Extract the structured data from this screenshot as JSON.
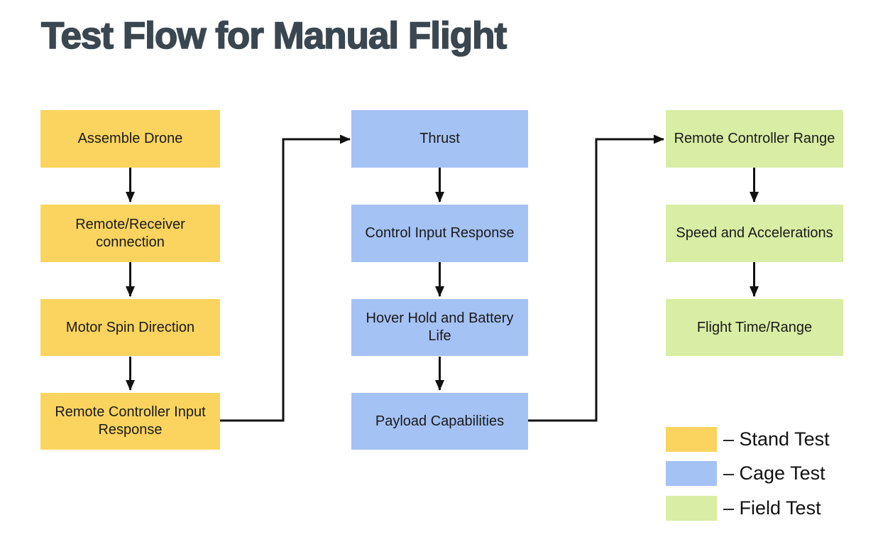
{
  "title": "Test Flow for Manual Flight",
  "colors": {
    "stand": "#FAD45F",
    "cage": "#A4C2F4",
    "field": "#D9EDA4",
    "title_text": "#3A4750",
    "node_text": "#1A1A1A",
    "arrow": "#111111",
    "background": "#FFFFFF"
  },
  "flow": {
    "columns": [
      {
        "name": "Stand Test",
        "color": "#FAD45F",
        "nodes": [
          {
            "label": "Assemble Drone"
          },
          {
            "label": "Remote/Receiver connection"
          },
          {
            "label": "Motor Spin Direction"
          },
          {
            "label": "Remote Controller Input Response"
          }
        ]
      },
      {
        "name": "Cage Test",
        "color": "#A4C2F4",
        "nodes": [
          {
            "label": "Thrust"
          },
          {
            "label": "Control Input Response"
          },
          {
            "label": "Hover Hold and Battery Life"
          },
          {
            "label": "Payload Capabilities"
          }
        ]
      },
      {
        "name": "Field Test",
        "color": "#D9EDA4",
        "nodes": [
          {
            "label": "Remote Controller Range"
          },
          {
            "label": "Speed and Accelerations"
          },
          {
            "label": "Flight Time/Range"
          }
        ]
      }
    ],
    "edges": [
      {
        "from": "Assemble Drone",
        "to": "Remote/Receiver connection"
      },
      {
        "from": "Remote/Receiver connection",
        "to": "Motor Spin Direction"
      },
      {
        "from": "Motor Spin Direction",
        "to": "Remote Controller Input Response"
      },
      {
        "from": "Remote Controller Input Response",
        "to": "Thrust"
      },
      {
        "from": "Thrust",
        "to": "Control Input Response"
      },
      {
        "from": "Control Input Response",
        "to": "Hover Hold and Battery Life"
      },
      {
        "from": "Hover Hold and Battery Life",
        "to": "Payload Capabilities"
      },
      {
        "from": "Payload Capabilities",
        "to": "Remote Controller Range"
      },
      {
        "from": "Remote Controller Range",
        "to": "Speed and Accelerations"
      },
      {
        "from": "Speed and Accelerations",
        "to": "Flight Time/Range"
      }
    ]
  },
  "legend": {
    "items": [
      {
        "label": "– Stand Test",
        "color": "#FAD45F"
      },
      {
        "label": "– Cage Test",
        "color": "#A4C2F4"
      },
      {
        "label": "– Field Test",
        "color": "#D9EDA4"
      }
    ]
  }
}
